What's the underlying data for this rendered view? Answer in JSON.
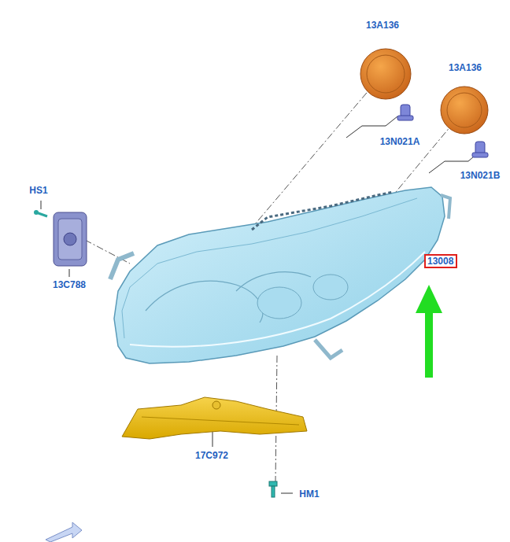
{
  "diagram": {
    "nodes": [
      {
        "text": [
          "13008"
        ]
      }
    ],
    "labels": [
      "13A136",
      "13A136",
      "13N021A",
      "13N021B",
      "HS1",
      "13C788",
      "17C972",
      "HM1"
    ]
  }
}
